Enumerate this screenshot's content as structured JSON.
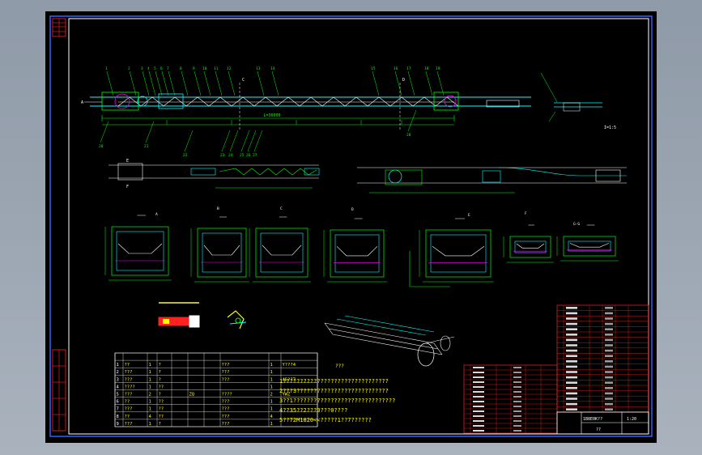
{
  "colors": {
    "background": "#000000",
    "frame": "#3a5cff",
    "structure": "#00ffff",
    "dimension": "#00ff00",
    "accent": "#ff00ff",
    "annotation": "#ffff00",
    "title_block": "#ff2020",
    "text": "#ffffff"
  },
  "drawing": {
    "main_dimension": "L=36000",
    "view_detail_label": "I=1:5",
    "section_labels": [
      "A",
      "B",
      "C",
      "D",
      "E",
      "F",
      "G-G"
    ],
    "lead_balloons_top": [
      "1",
      "2",
      "3",
      "4",
      "5",
      "6",
      "7",
      "8",
      "9",
      "10",
      "11",
      "12",
      "13",
      "14",
      "15",
      "16",
      "17",
      "18",
      "19"
    ],
    "lead_balloons_bottom": [
      "20",
      "21",
      "22",
      "23",
      "24",
      "25",
      "26",
      "27",
      "28"
    ]
  },
  "tech_requirements": {
    "title": "???",
    "lines": [
      "1???????????????????????????????",
      "2???3???????????????????????????",
      "3??1??????????????????????????????",
      "4??35??2???3???0????",
      "5??72M1820<<?????1??7??????"
    ]
  },
  "left_table": {
    "rows": [
      [
        "1",
        "??",
        "1",
        "?",
        "",
        "",
        "",
        "???",
        "1",
        "Y???4"
      ],
      [
        "2",
        "???",
        "1",
        "?",
        "",
        "",
        "",
        "???",
        "1",
        ""
      ],
      [
        "3",
        "???",
        "1",
        "?",
        "",
        "",
        "",
        "???",
        "1",
        "45??7"
      ],
      [
        "4",
        "????",
        "1",
        "??",
        "",
        "",
        "",
        "",
        "1",
        ""
      ],
      [
        "5",
        "???",
        "2",
        "?",
        "",
        "ZQ",
        "",
        "????",
        "2",
        "YWZ"
      ],
      [
        "6",
        "??",
        "1",
        "??",
        "",
        "",
        "",
        "???",
        "1",
        ""
      ],
      [
        "7",
        "???",
        "1",
        "??",
        "",
        "",
        "",
        "???",
        "1",
        ""
      ],
      [
        "8",
        "??",
        "4",
        "??",
        "",
        "",
        "",
        "???",
        "4",
        ""
      ],
      [
        "9",
        "???",
        "1",
        "?",
        "",
        "",
        "",
        "???",
        "1",
        ""
      ]
    ]
  },
  "title_block": {
    "drawing_name": "1B8E0K??",
    "scale": "1:20",
    "drawing_number": "??"
  }
}
